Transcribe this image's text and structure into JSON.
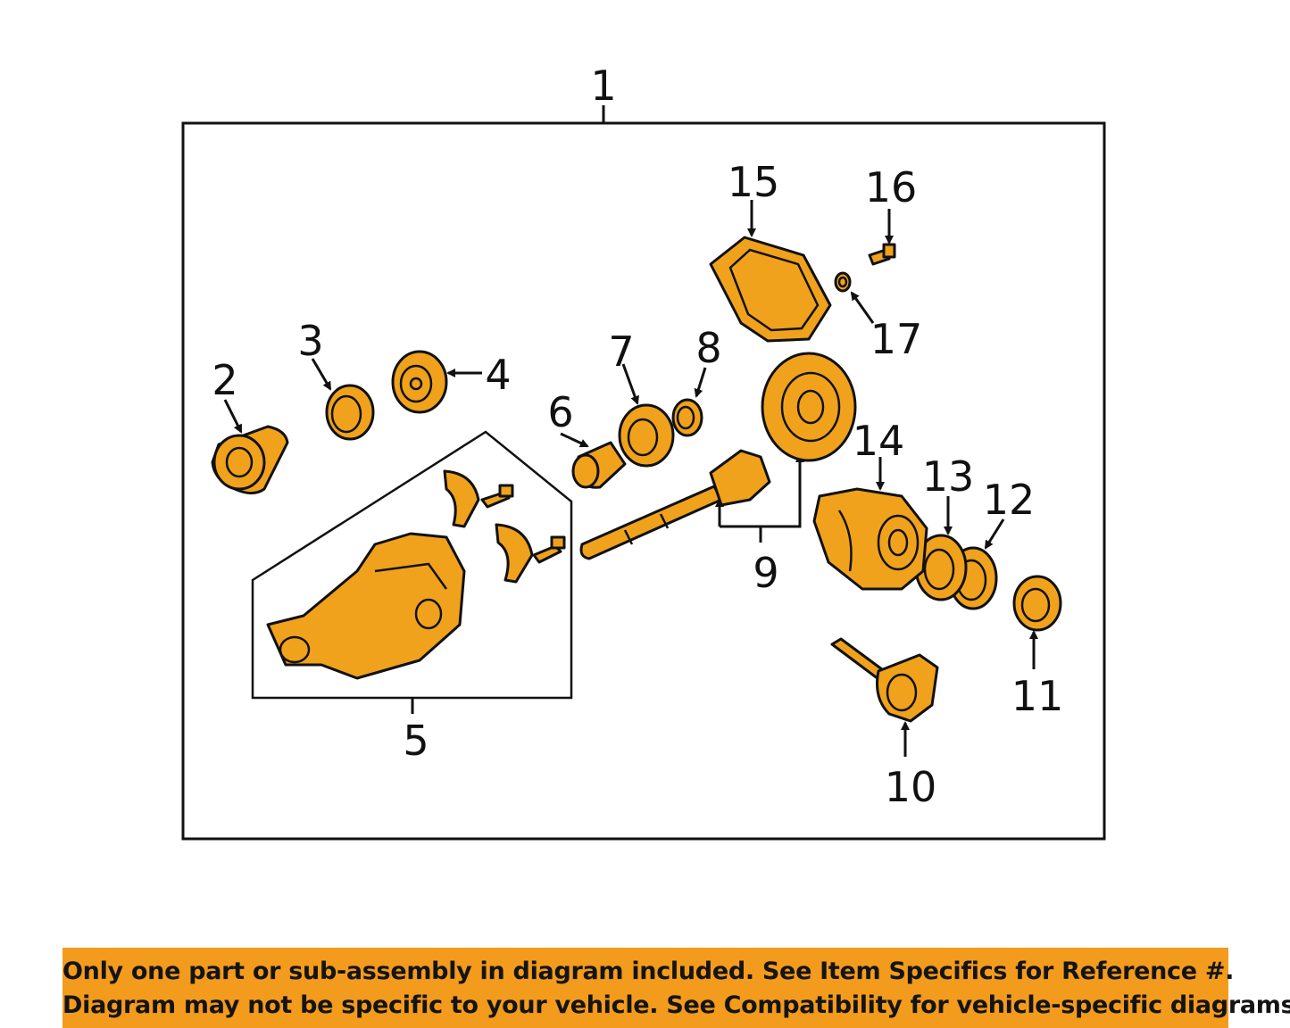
{
  "diagram": {
    "callouts": {
      "c1": "1",
      "c2": "2",
      "c3": "3",
      "c4": "4",
      "c5": "5",
      "c6": "6",
      "c7": "7",
      "c8": "8",
      "c9": "9",
      "c10": "10",
      "c11": "11",
      "c12": "12",
      "c13": "13",
      "c14": "14",
      "c15": "15",
      "c16": "16",
      "c17": "17"
    },
    "part_color": "#f0a21c"
  },
  "footer": {
    "line1": "Only one part or sub-assembly in diagram included. See Item Specifics for Reference #.",
    "line2": "Diagram may not be specific to your vehicle. See Compatibility for vehicle-specific diagrams.",
    "background_color": "#f39b1d"
  }
}
